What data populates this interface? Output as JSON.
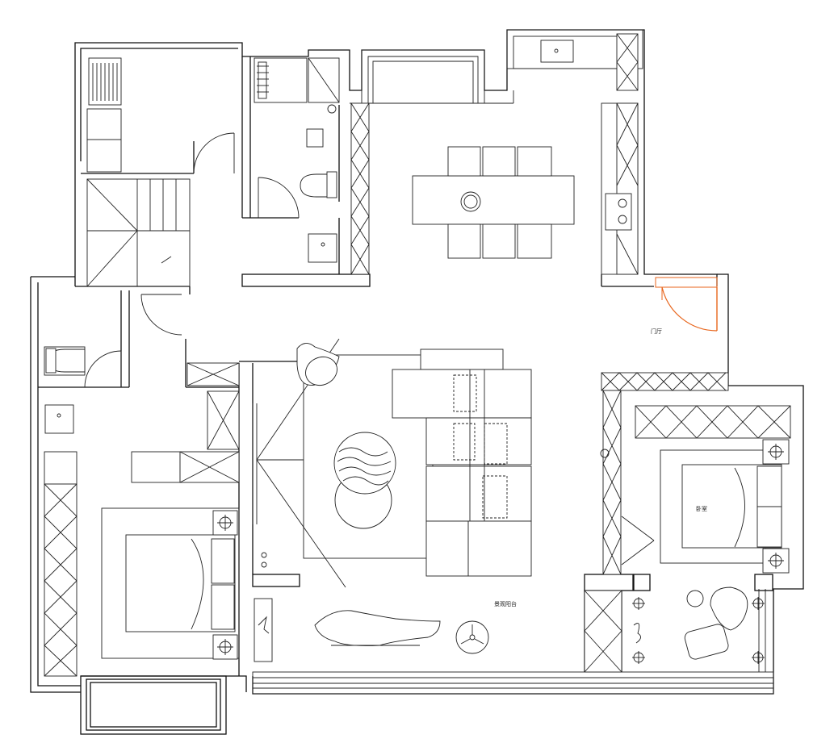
{
  "plan": {
    "labels": {
      "entrance": "门厅",
      "living_balcony": "景观阳台",
      "bedroom": "卧室"
    }
  },
  "colors": {
    "line": "#111111",
    "door_accent": "#e8661d",
    "background": "#ffffff"
  }
}
